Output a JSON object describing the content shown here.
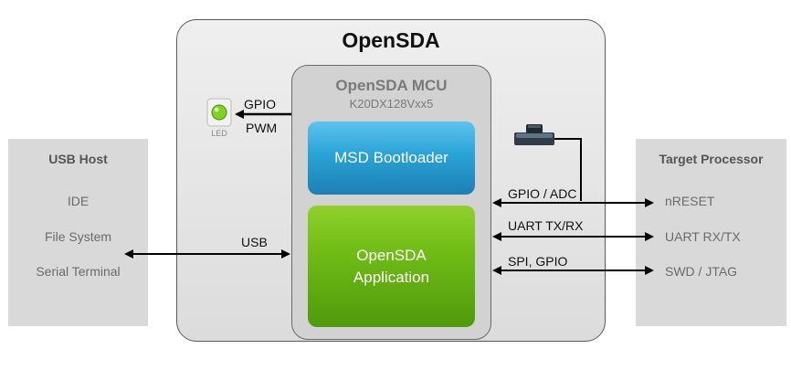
{
  "usb_host": {
    "title": "USB Host",
    "items": [
      "IDE",
      "File System",
      "Serial Terminal"
    ]
  },
  "target": {
    "title": "Target Processor",
    "items": [
      "nRESET",
      "UART RX/TX",
      "SWD / JTAG"
    ]
  },
  "opensda": {
    "title": "OpenSDA",
    "mcu_title": "OpenSDA MCU",
    "mcu_part": "K20DX128Vxx5",
    "bootloader": "MSD Bootloader",
    "app_line1": "OpenSDA",
    "app_line2": "Application"
  },
  "led": {
    "label": "LED",
    "signal1": "GPIO",
    "signal2": "PWM"
  },
  "links": {
    "usb": "USB",
    "gpio_adc": "GPIO / ADC",
    "uart": "UART TX/RX",
    "spi": "SPI, GPIO"
  },
  "colors": {
    "bootloader": "#2aa3d6",
    "application": "#6cb814",
    "led": "#7ed321"
  }
}
